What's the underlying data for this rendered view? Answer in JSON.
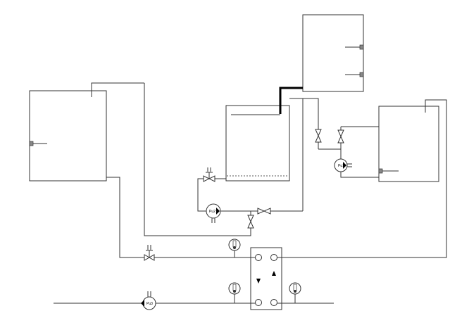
{
  "pumps": {
    "pu1": {
      "label": "Pu1"
    },
    "pu2": {
      "label": "Pu2"
    },
    "pu3": {
      "label": "Pu3"
    }
  },
  "colors": {
    "line": "#333333",
    "background": "#ffffff",
    "highlight_pipe": "#000000"
  }
}
